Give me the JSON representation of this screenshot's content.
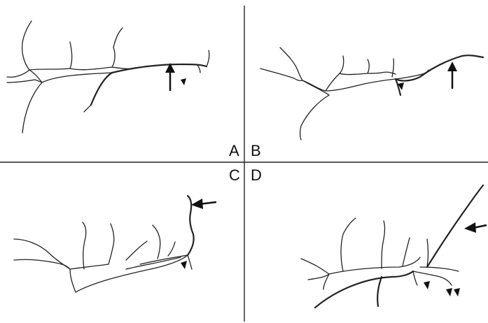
{
  "panels": {
    "a": {
      "label": "A"
    },
    "b": {
      "label": "B"
    },
    "c": {
      "label": "C"
    },
    "d": {
      "label": "D"
    }
  },
  "colors": {
    "ink": "#222222",
    "background": "#ffffff"
  },
  "markers": {
    "arrow": "arrow-icon",
    "arrowhead": "arrowhead-icon"
  }
}
